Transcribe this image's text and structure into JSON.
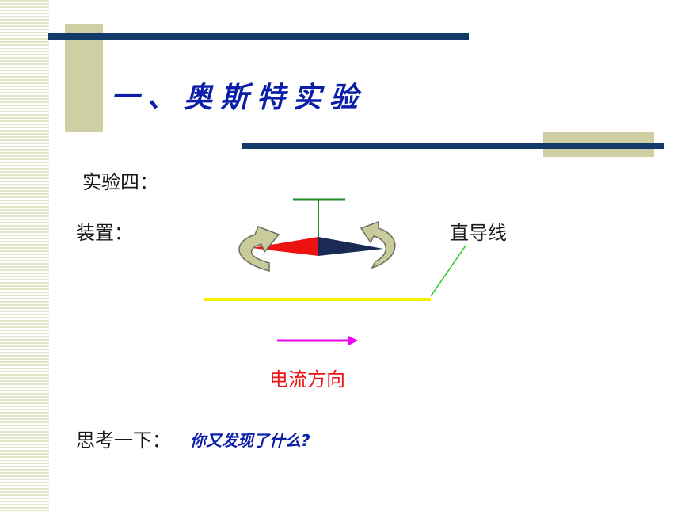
{
  "slide": {
    "title": "一、奥斯特实验",
    "experiment_label": "实验四：",
    "device_label": "装置：",
    "wire_label": "直导线",
    "current_label": "电流方向",
    "think_label": "思考一下：",
    "question": "你又发现了什么?"
  },
  "colors": {
    "title": "#0b1ea8",
    "dark_rule": "#123a6a",
    "olive_block": "#cfcfa4",
    "wire": "#f5f000",
    "current_arrow": "#ee00ee",
    "needle_north": "#ee1111",
    "needle_south": "#1a2a55",
    "pivot": "#1e8a2a",
    "leader_line": "#22cc22",
    "rotation_arrows": "#b7b98a"
  },
  "icons": [
    "compass-needle-icon",
    "rotation-arrow-icon",
    "current-direction-arrow-icon"
  ]
}
